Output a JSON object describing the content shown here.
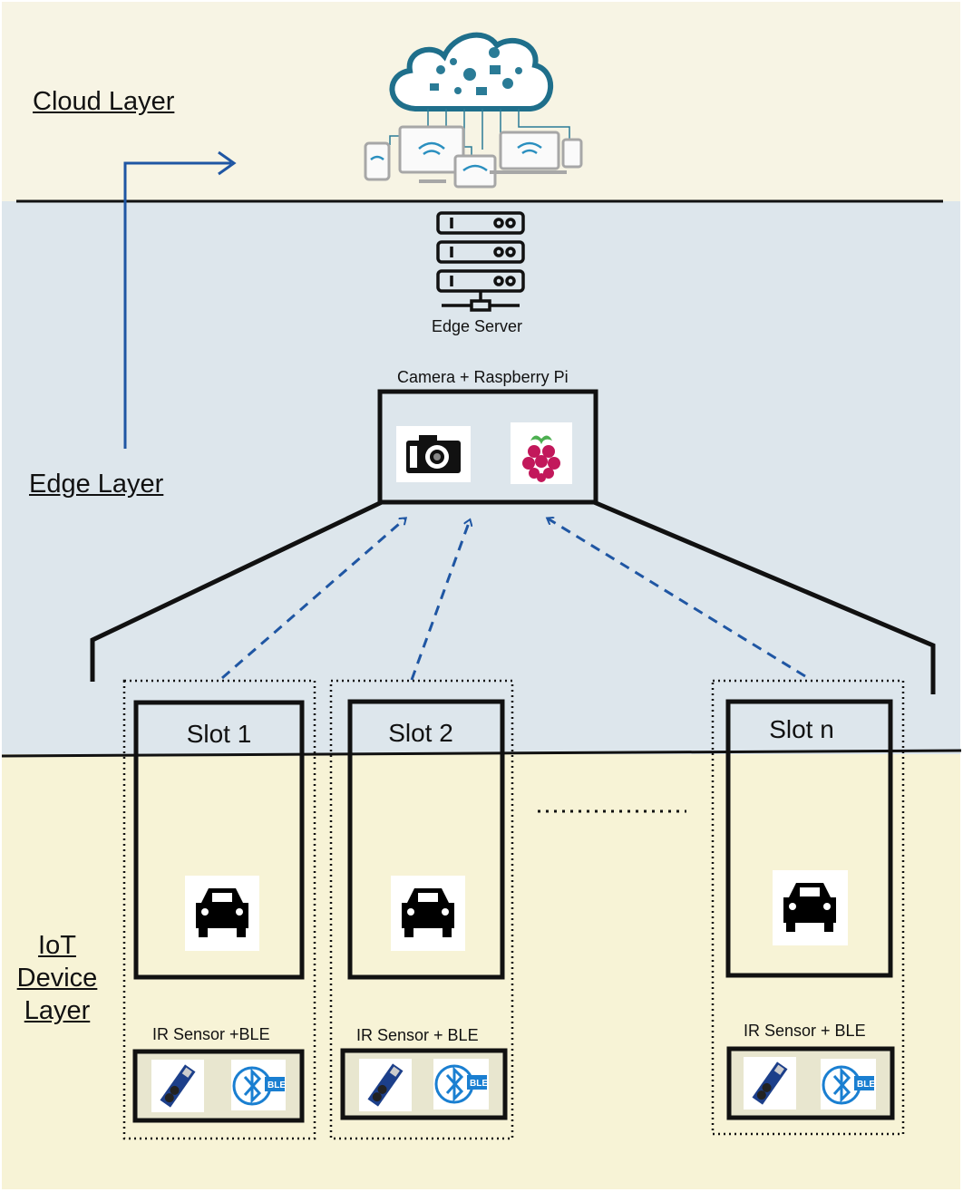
{
  "layers": {
    "cloud": "Cloud Layer",
    "edge": "Edge Layer",
    "iot": "IoT Device Layer"
  },
  "edge_server": {
    "label": "Edge Server",
    "icon": "server-rack-icon"
  },
  "camera_unit": {
    "label": "Camera + Raspberry Pi",
    "icons": [
      "camera-icon",
      "raspberry-pi-icon"
    ]
  },
  "slots": [
    {
      "title": "Slot 1",
      "sensor_label": "IR Sensor +BLE"
    },
    {
      "title": "Slot 2",
      "sensor_label": "IR Sensor + BLE"
    },
    {
      "title": "Slot n",
      "sensor_label": "IR Sensor + BLE"
    }
  ],
  "colors": {
    "cloud_band": "#f7f4e4",
    "edge_band": "#dde6ec",
    "iot_band": "#f7f3d6",
    "arrow_blue": "#1f56a3",
    "cloud_icon": "#1f6f8b"
  }
}
